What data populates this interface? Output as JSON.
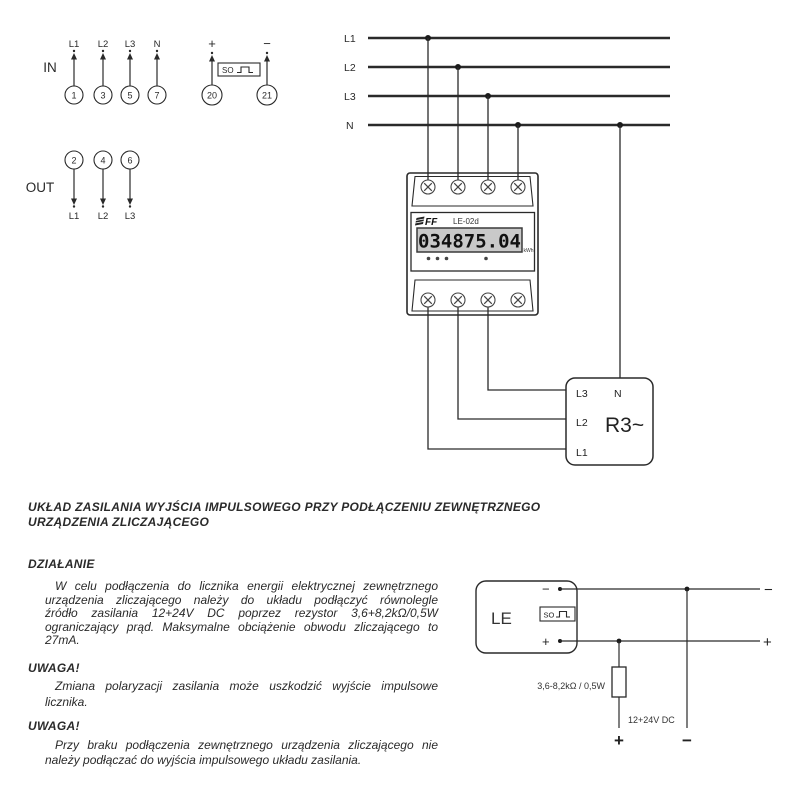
{
  "in_section": {
    "label": "IN",
    "items": [
      {
        "line": "L1",
        "num": "1"
      },
      {
        "line": "L2",
        "num": "3"
      },
      {
        "line": "L3",
        "num": "5"
      },
      {
        "line": "N",
        "num": "7"
      }
    ]
  },
  "pulse_terminals": {
    "plus": "+",
    "minus": "−",
    "plus_num": "20",
    "minus_num": "21",
    "so": "SO"
  },
  "out_section": {
    "label": "OUT",
    "items": [
      {
        "num": "2",
        "line": "L1"
      },
      {
        "num": "4",
        "line": "L2"
      },
      {
        "num": "6",
        "line": "L3"
      }
    ]
  },
  "mains": {
    "labels": [
      "L1",
      "L2",
      "L3",
      "N"
    ]
  },
  "meter": {
    "brand": "FF",
    "model": "LE-02d",
    "lcd_value": "034875.04",
    "lcd_unit": "kWh"
  },
  "load": {
    "l3": "L3",
    "n": "N",
    "l2": "L2",
    "name": "R3~",
    "l1": "L1"
  },
  "text_section": {
    "title": "UKŁAD ZASILANIA WYJŚCIA IMPULSOWEGO PRZY PODŁĄCZENIU ZEWNĘTRZNEGO URZĄDZENIA ZLICZAJĄCEGO",
    "dzialanie_heading": "DZIAŁANIE",
    "dzialanie_lines": [
      "W celu podłączenia do licznika energii elektrycznej zewnętrznego",
      "urządzenia zliczającego należy do układu podłączyć równolegle",
      "źródło zasilania 12+24V DC poprzez rezystor 3,6+8,2kΩ/0,5W",
      "ograniczający prąd. Maksymalne obciążenie obwodu zliczającego to",
      "27mA."
    ],
    "uwaga1_heading": "UWAGA!",
    "uwaga1_lines": [
      "Zmiana polaryzacji zasilania może uszkodzić wyjście impulsowe",
      "licznika."
    ],
    "uwaga2_heading": "UWAGA!",
    "uwaga2_lines": [
      "Przy braku podłączenia zewnętrznego urządzenia zliczającego nie",
      "należy podłączać do wyjścia impulsowego układu zasilania."
    ]
  },
  "power_diagram": {
    "device": "LE",
    "so": "SO",
    "minus": "−",
    "plus": "+",
    "resistor_label": "3,6-8,2kΩ / 0,5W",
    "supply_label": "12+24V DC"
  },
  "colors": {
    "line": "#2b2b2b",
    "lcd_bg": "#c9c9c9"
  }
}
